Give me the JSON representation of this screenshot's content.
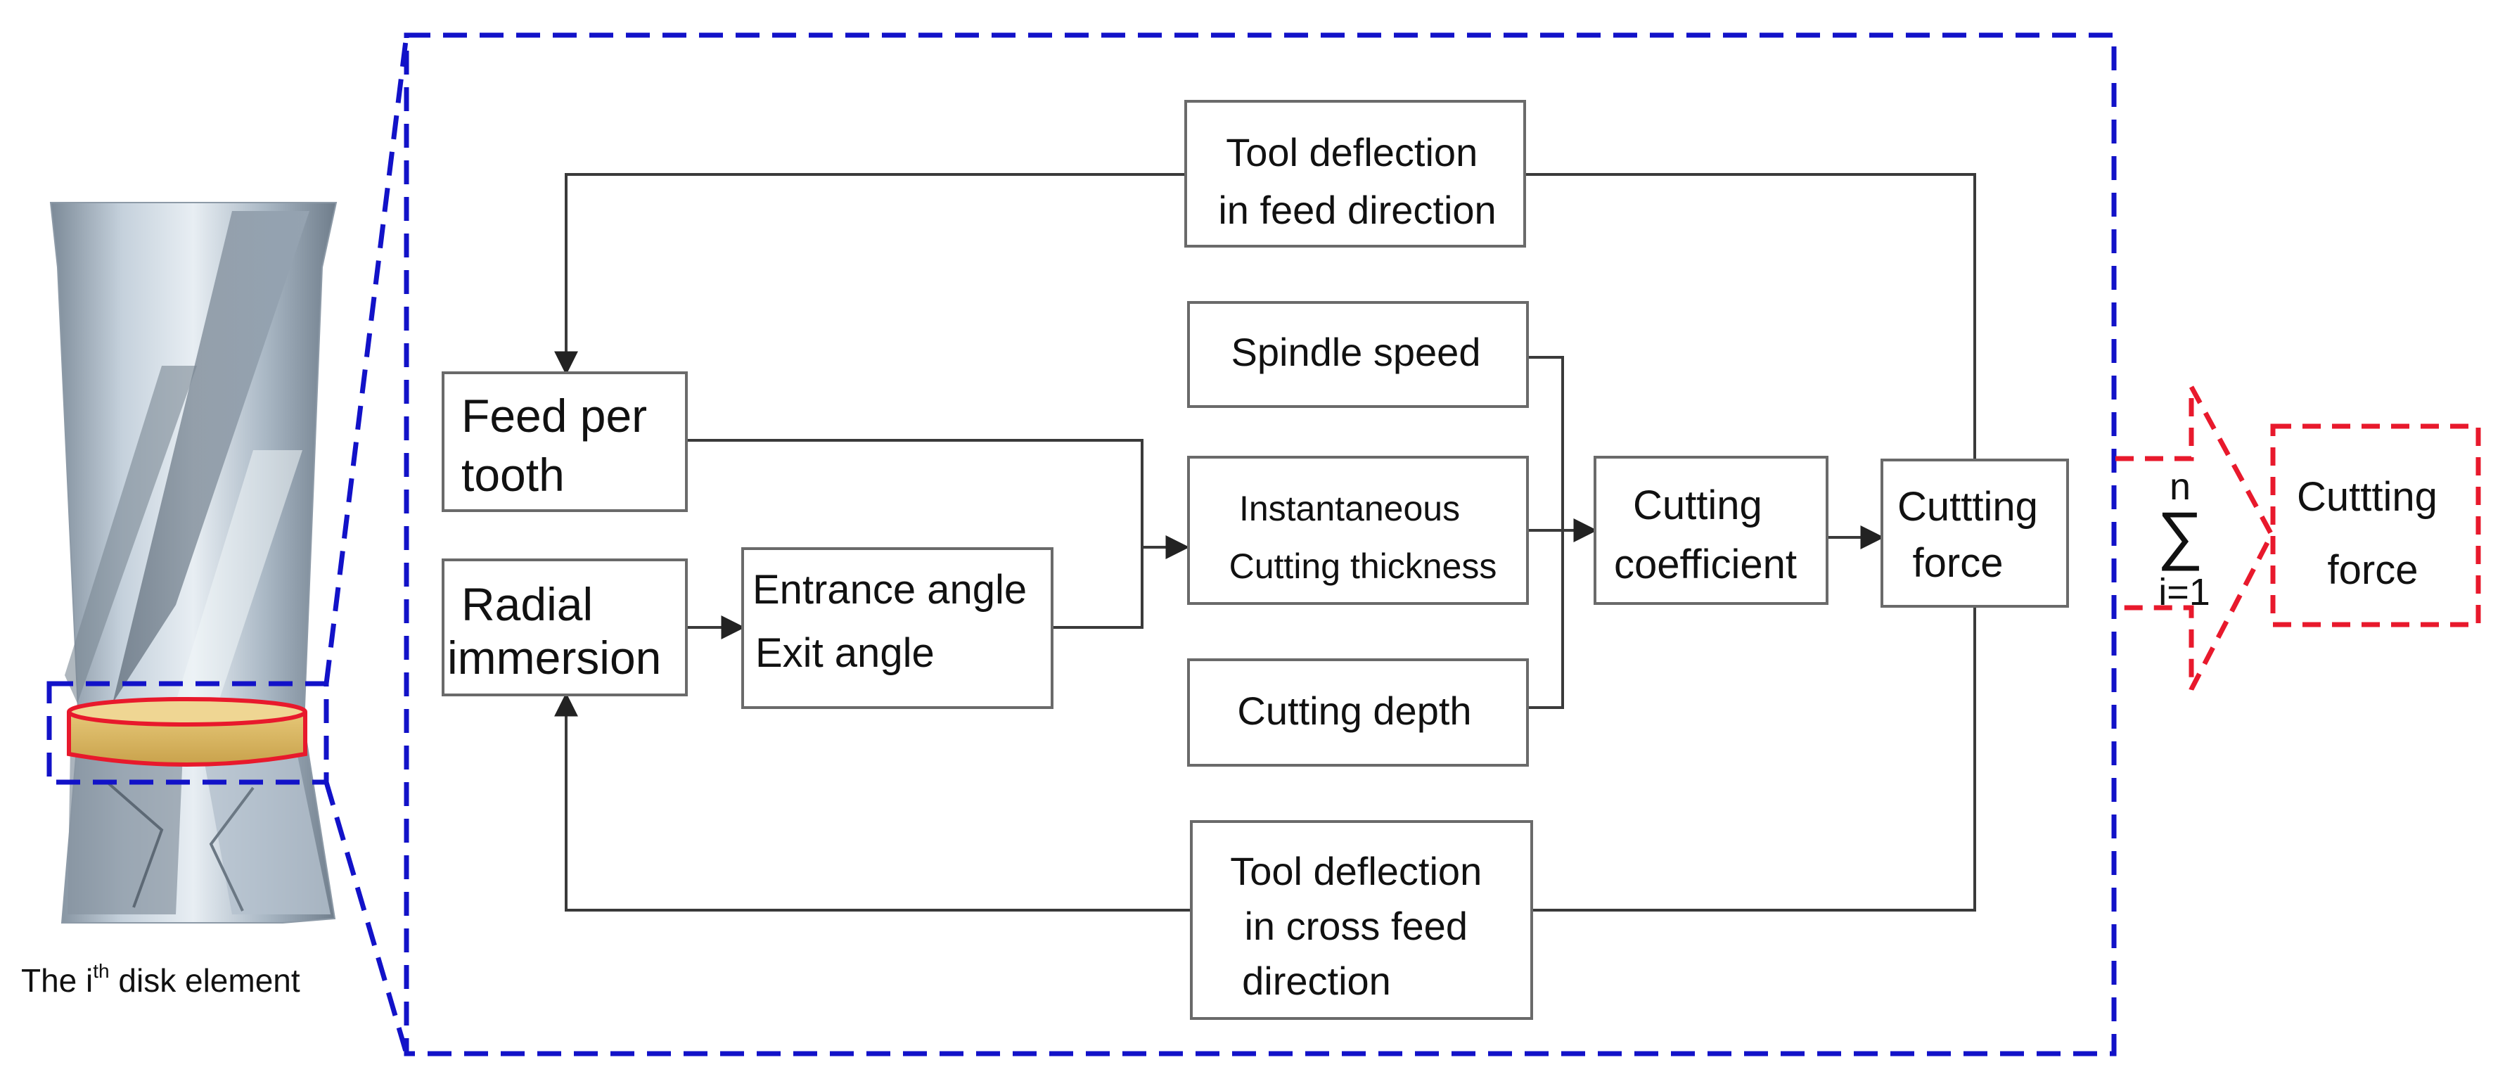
{
  "diagram": {
    "tool_caption": {
      "prefix": "The i",
      "superscript": "th",
      "suffix": " disk element"
    },
    "boxes": {
      "tool_deflection_feed": [
        "Tool deflection",
        "in feed direction"
      ],
      "spindle_speed": [
        "Spindle speed"
      ],
      "feed_per_tooth": [
        "Feed per",
        "tooth"
      ],
      "instantaneous_thickness": [
        "Instantaneous",
        "Cutting thickness"
      ],
      "cutting_coefficient": [
        "Cutting",
        "coefficient"
      ],
      "cutting_force_inner": [
        "Cuttting",
        "force"
      ],
      "radial_immersion": [
        "Radial",
        "immersion"
      ],
      "entrance_exit_angle": [
        "Entrance angle",
        "Exit angle"
      ],
      "cutting_depth": [
        "Cutting depth"
      ],
      "tool_deflection_cross": [
        "Tool deflection",
        "in cross feed",
        "direction"
      ],
      "total_cutting_force": [
        "Cuttting",
        "force"
      ]
    },
    "summation": {
      "symbol": "∑",
      "upper": "n",
      "lower": "i=1"
    },
    "colors": {
      "blue_dashed": "#1212c8",
      "red_dashed": "#e8192c",
      "disk_fill": "#d9b760"
    }
  }
}
